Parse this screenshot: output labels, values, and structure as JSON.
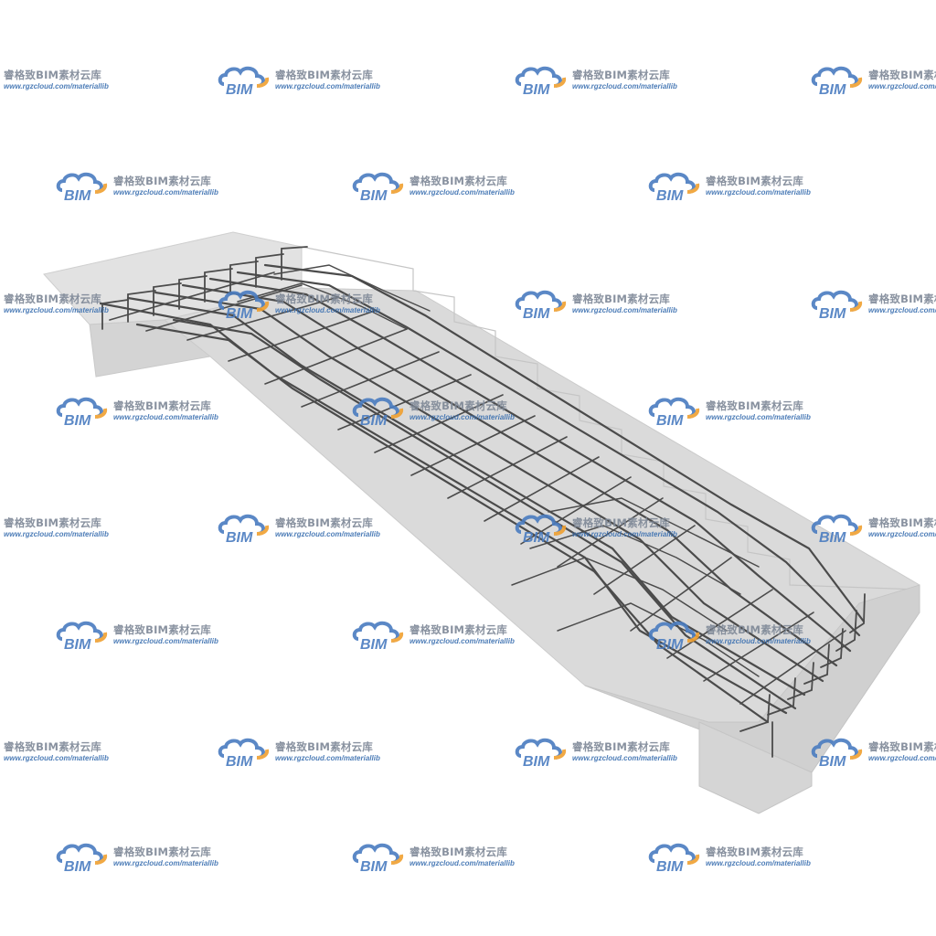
{
  "watermark": {
    "logo_text": "BIM",
    "brand_cn": "睿格致BIM素材云库",
    "url": "www.rgzcloud.com/materiallib",
    "logo_blue": "#4a7cc0",
    "logo_orange": "#f0a030",
    "text_gray": "#7d8796",
    "url_blue": "#3a6fb0"
  },
  "scene": {
    "subject": "stair-flight-rebar-cage",
    "concrete_color": "#c9c9c9",
    "rebar_color": "#4b4b4b",
    "background": "#ffffff"
  }
}
